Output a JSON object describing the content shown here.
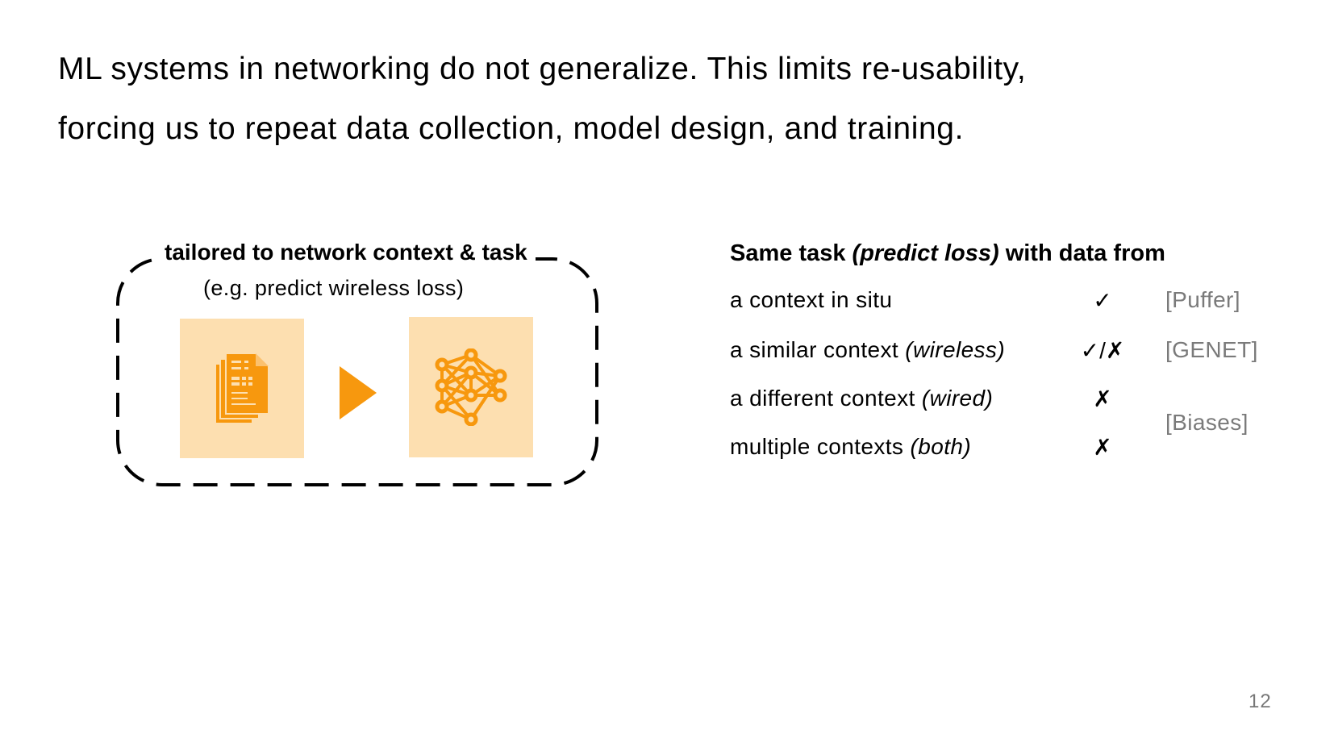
{
  "title": {
    "line1": "ML systems in networking do not generalize. This limits re-usability,",
    "line2": "forcing us to repeat data collection, model design, and training."
  },
  "diagram": {
    "heading": "tailored to network context & task",
    "subheading": "(e.g. predict wireless loss)",
    "left_icon": "document-stack-icon",
    "arrow_icon": "play-arrow-icon",
    "right_icon": "neural-network-icon",
    "accent_color": "#f7980e",
    "tile_color": "#fddfb0"
  },
  "table": {
    "heading_pre": "Same task ",
    "heading_em": "(predict loss)",
    "heading_post": " with data from",
    "rows": [
      {
        "label": "a context in situ",
        "em": "",
        "mark": "✓"
      },
      {
        "label": "a similar context ",
        "em": "(wireless)",
        "mark": "✓/✗"
      },
      {
        "label": "a different context ",
        "em": "(wired)",
        "mark": "✗"
      },
      {
        "label": "multiple contexts ",
        "em": "(both)",
        "mark": "✗"
      }
    ],
    "refs": [
      "[Puffer]",
      "[GENET]",
      "[Biases]"
    ]
  },
  "page_number": "12"
}
